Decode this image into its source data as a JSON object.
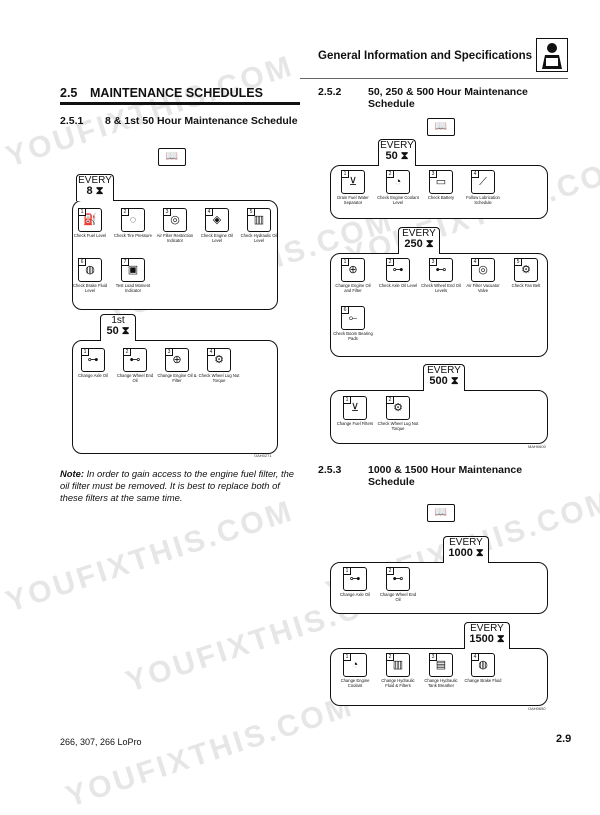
{
  "header": {
    "title": "General Information and Specifications",
    "icon": "manual-reader-icon"
  },
  "watermark": "YOUFIXTHIS.COM",
  "left": {
    "section_num": "2.5",
    "section_title": "MAINTENANCE SCHEDULES",
    "sub_num": "2.5.1",
    "sub_title": "8 & 1st 50 Hour Maintenance Schedule",
    "every8": {
      "tab_top": "EVERY",
      "tab_num": "8",
      "items": [
        "Check Fuel Level",
        "Check Tire Pressure",
        "Air Filter Restriction Indicator",
        "Check Engine Oil Level",
        "Check Hydraulic Oil Level",
        "Check Brake Fluid Level",
        "Test Load Moment Indicator"
      ]
    },
    "first50": {
      "tab_top": "1st",
      "tab_num": "50",
      "items": [
        "Change Axle Oil",
        "Change Wheel End Oil",
        "Change Engine Oil & Filter",
        "Check Wheel Lug Nut Torque"
      ]
    },
    "fig_id": "OAH0271",
    "note_label": "Note:",
    "note_text": "In order to gain access to the engine fuel filter, the oil filter must be removed. It is best to replace both of these filters at the same time."
  },
  "right": {
    "sub_num": "2.5.2",
    "sub_title": "50, 250 & 500 Hour Maintenance Schedule",
    "every50": {
      "tab_top": "EVERY",
      "tab_num": "50",
      "items": [
        "Drain Fuel Water Separator",
        "Check Engine Coolant Level",
        "Check Battery",
        "Follow Lubrication Schedule"
      ]
    },
    "every250": {
      "tab_top": "EVERY",
      "tab_num": "250",
      "items": [
        "Change Engine Oil and Filter",
        "Check Axle Oil Level",
        "Check Wheel End Oil Levels",
        "Air Filter Vacuator Valve",
        "Check Fan Belt",
        "Check Boom Bearing Pads"
      ]
    },
    "every500": {
      "tab_top": "EVERY",
      "tab_num": "500",
      "items": [
        "Change Fuel Filters",
        "Check Wheel Lug Nut Torque"
      ]
    },
    "fig_id_a": "MAH0600",
    "sub2_num": "2.5.3",
    "sub2_title": "1000 & 1500 Hour Maintenance Schedule",
    "every1000": {
      "tab_top": "EVERY",
      "tab_num": "1000",
      "items": [
        "Change Axle Oil",
        "Change Wheel End Oil"
      ]
    },
    "every1500": {
      "tab_top": "EVERY",
      "tab_num": "1500",
      "items": [
        "Change Engine Coolant",
        "Change Hydraulic Fluid & Filters",
        "Change Hydraulic Tank Breather",
        "Change Brake Fluid"
      ]
    },
    "fig_id_b": "OAH0650"
  },
  "footer": {
    "models": "266, 307, 266 LoPro",
    "page": "2.9"
  }
}
